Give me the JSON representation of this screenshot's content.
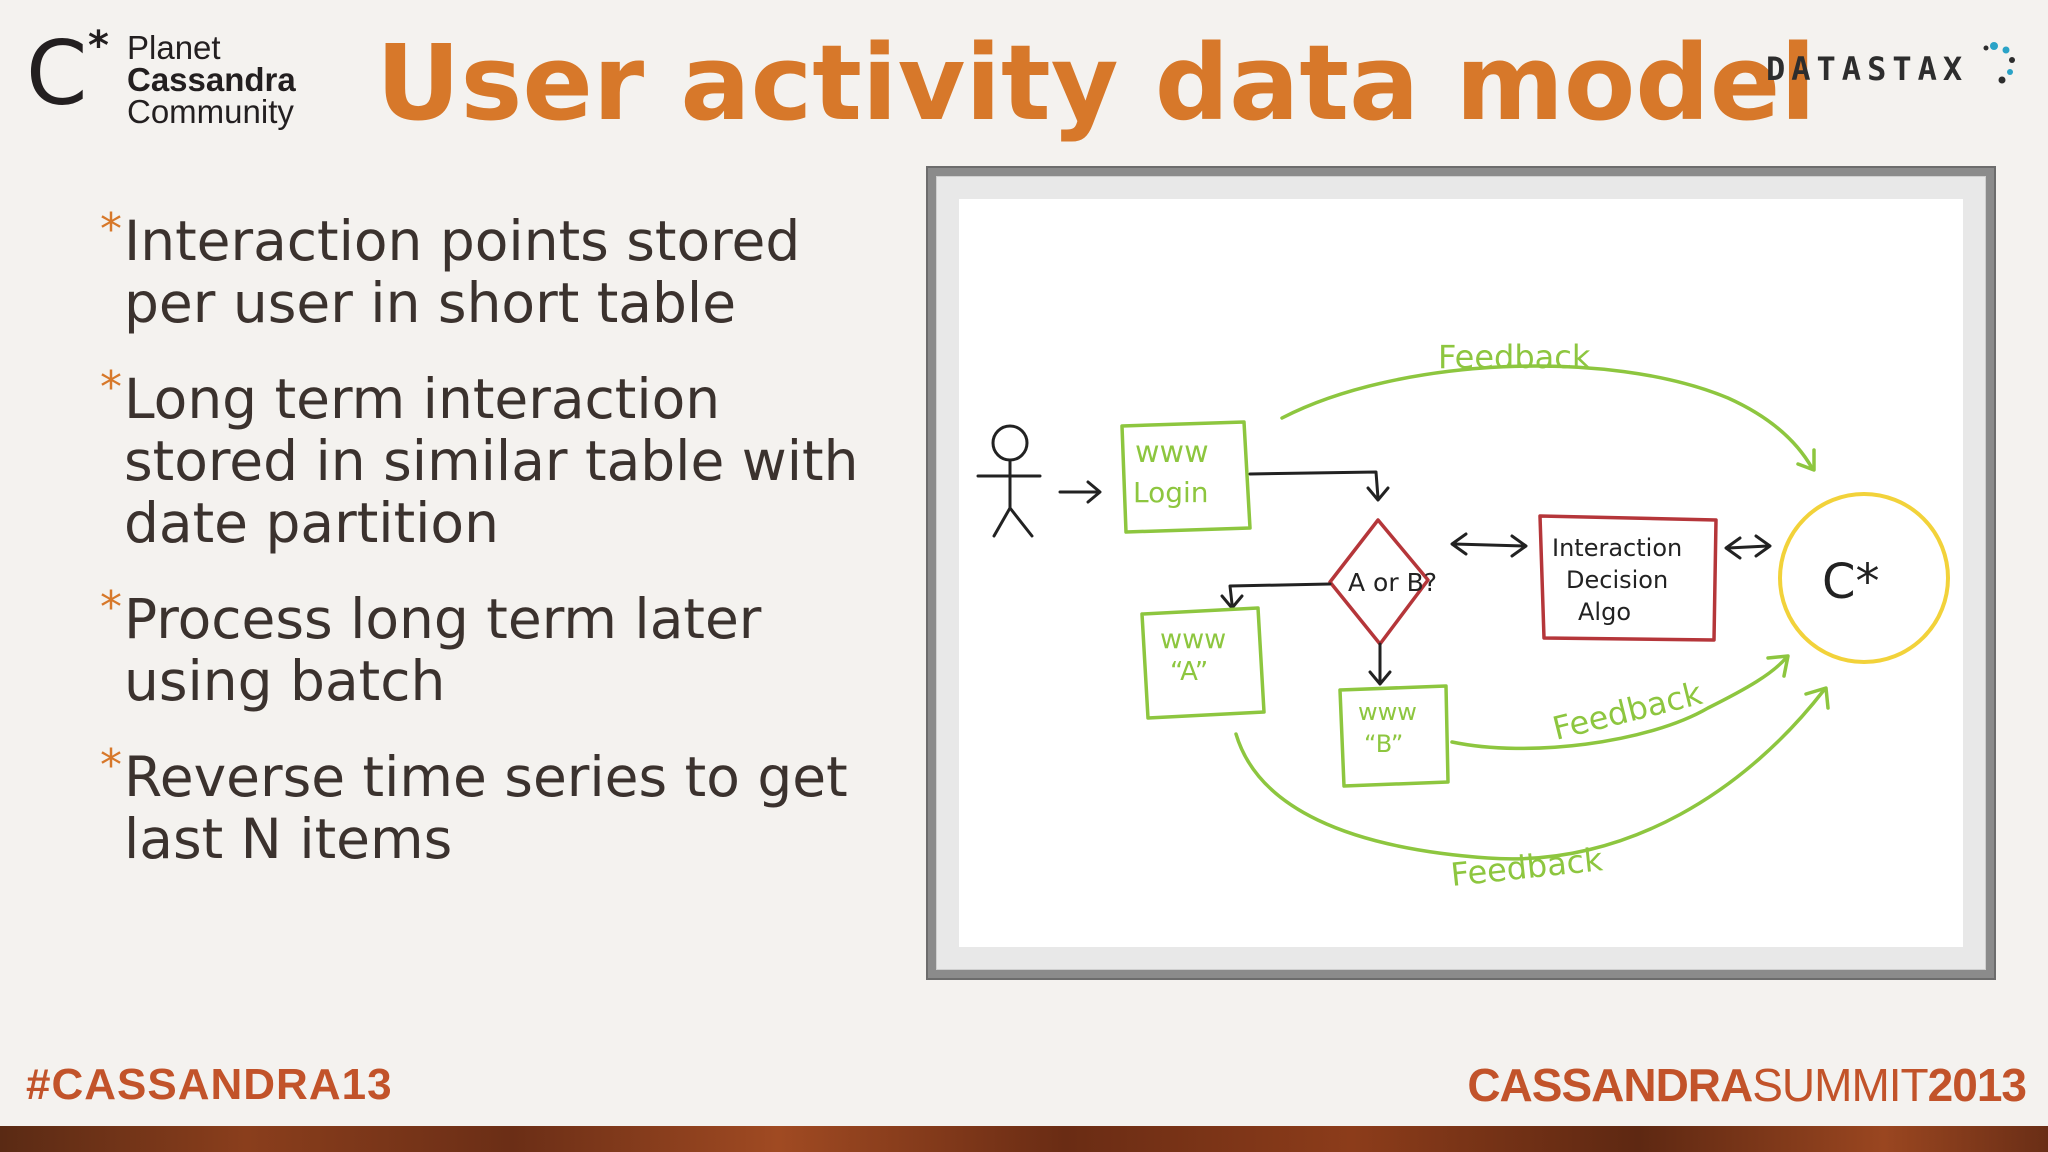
{
  "header": {
    "logo_left": {
      "lines": [
        "Planet",
        "Cassandra",
        "Community"
      ],
      "mark": "C*"
    },
    "title": "User activity data model",
    "logo_right": "DATASTAX"
  },
  "bullets": [
    {
      "text": "Interaction points stored per user in short table"
    },
    {
      "text": "Long term interaction stored in similar table with date partition"
    },
    {
      "text": "Process long term later using batch"
    },
    {
      "text": "Reverse time series to get last N items"
    }
  ],
  "diagram": {
    "labels": {
      "www_login_1": "www",
      "www_login_2": "Login",
      "decision": "A or B?",
      "interaction_1": "Interaction",
      "interaction_2": "Decision",
      "interaction_3": "Algo",
      "cstar": "C*",
      "www_a_1": "www",
      "www_a_2": "“A”",
      "www_b_1": "www",
      "www_b_2": "“B”",
      "feedback_top": "Feedback",
      "feedback_mid": "Feedback",
      "feedback_bottom": "Feedback"
    },
    "colors": {
      "green": "#8dc63f",
      "red": "#b5363a",
      "yellow": "#f2d23a",
      "ink": "#222222"
    }
  },
  "footer": {
    "hashtag": "#CASSANDRA13",
    "summit_a": "CASSANDRA",
    "summit_b": "SUMMIT",
    "summit_c": "2013"
  }
}
